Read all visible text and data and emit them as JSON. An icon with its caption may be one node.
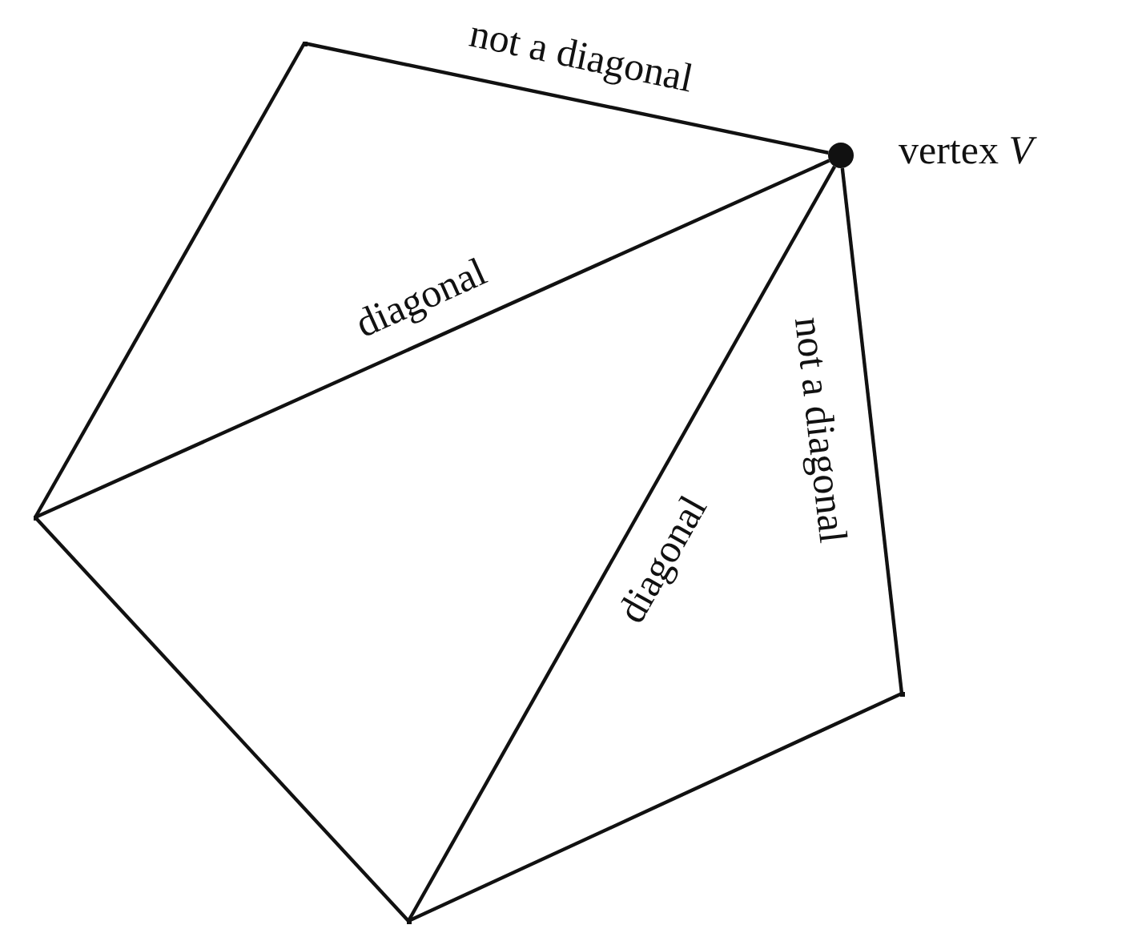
{
  "diagram": {
    "nodes": [
      {
        "text": [],
        "shape": "point"
      },
      {
        "text": [],
        "shape": "circle",
        "beside": [
          "vertex *V*"
        ]
      },
      {
        "text": [],
        "shape": "point"
      },
      {
        "text": [],
        "shape": "point"
      },
      {
        "text": [],
        "shape": "point"
      }
    ],
    "edges": [
      {
        "from": 0,
        "to": 1,
        "arrow": "none",
        "label": "not a diagonal"
      },
      {
        "from": 1,
        "to": 2,
        "arrow": "none",
        "label": "not a diagonal"
      },
      {
        "from": 2,
        "to": 3,
        "arrow": "none"
      },
      {
        "from": 3,
        "to": 4,
        "arrow": "none"
      },
      {
        "from": 4,
        "to": 0,
        "arrow": "none"
      },
      {
        "from": 4,
        "to": 1,
        "arrow": "none",
        "label": "diagonal"
      },
      {
        "from": 3,
        "to": 1,
        "arrow": "none",
        "label": "diagonal"
      }
    ]
  }
}
